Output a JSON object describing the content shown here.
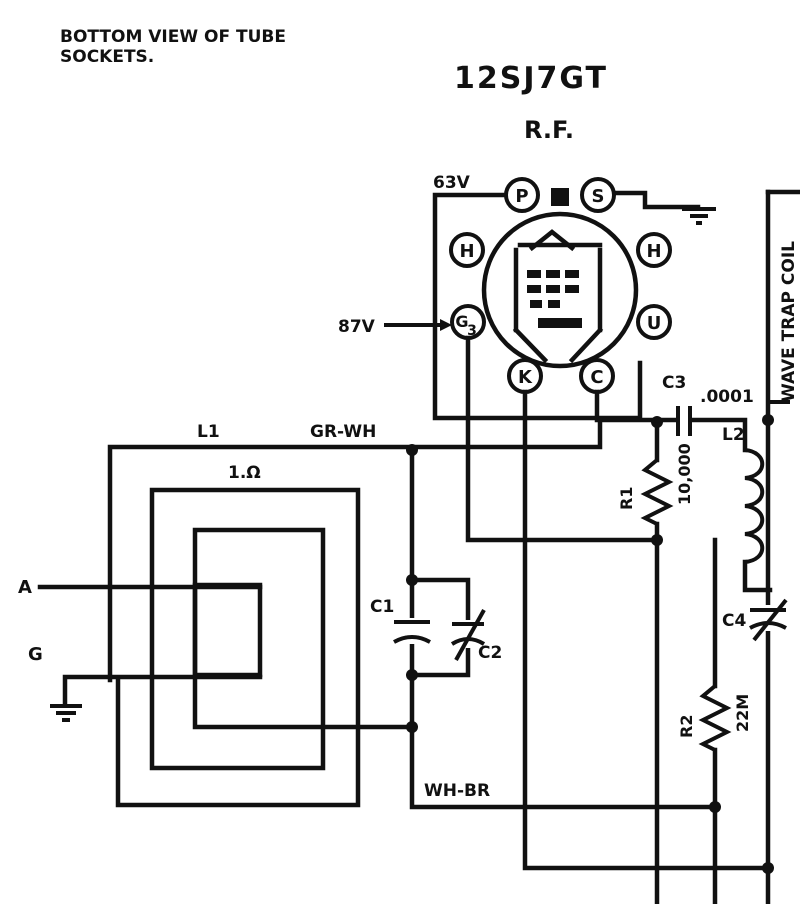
{
  "note": {
    "line1": "BOTTOM VIEW OF TUBE",
    "line2": "SOCKETS."
  },
  "tube": {
    "type": "12SJ7GT",
    "function": "R.F.",
    "pins": {
      "p": "P",
      "s": "S",
      "h_left": "H",
      "h_right": "H",
      "g": "G",
      "g_sub": "3",
      "sg": "U",
      "k": "K",
      "c": "C"
    }
  },
  "voltages": {
    "heater": "63V",
    "screen": "87V"
  },
  "coil_l1": {
    "label": "L1",
    "turns": "1.Ω",
    "lead_top": "GR-WH",
    "lead_bottom": "WH-BR"
  },
  "terminals": {
    "antenna": "A",
    "ground": "G"
  },
  "c1": {
    "label": "C1"
  },
  "c2": {
    "label": "C2"
  },
  "c3": {
    "label": "C3",
    "value": ".0001"
  },
  "r1": {
    "label": "R1",
    "value": "10,000"
  },
  "r2": {
    "label": "R2",
    "value": "22M"
  },
  "l2": {
    "label": "L2",
    "side_text": "WAVE TRAP COIL"
  },
  "c4": {
    "label": "C4"
  }
}
